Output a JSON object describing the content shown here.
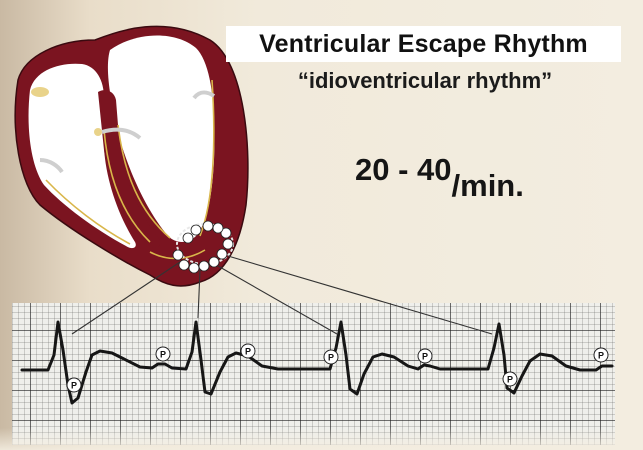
{
  "title": "Ventricular Escape Rhythm",
  "subtitle": "“idioventricular rhythm”",
  "rate": {
    "value": "20 - 40",
    "unit": "/min."
  },
  "p_wave_label": "P",
  "colors": {
    "myocardium": "#7b1420",
    "chamber": "#ffffff",
    "conduction_fibers": "#d9b64a",
    "ecg_trace": "#1a1a1a",
    "ecg_grid": "#2b2b2b",
    "ecg_paper": "#eeeeea"
  },
  "icons": [
    "heart-diagram",
    "ectopic-focus-icon",
    "p-wave-marker-icon"
  ]
}
